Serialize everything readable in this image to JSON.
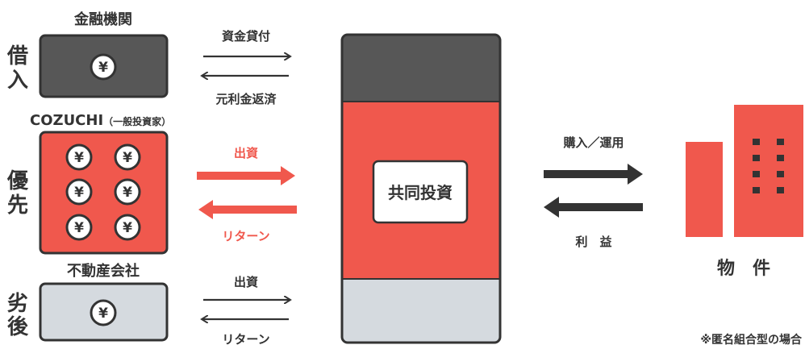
{
  "colors": {
    "dark": "#333333",
    "red": "#f0584d",
    "light": "#d5dadf",
    "white": "#ffffff"
  },
  "icons": [
    "yen-coin-icon",
    "building-icon",
    "arrow-right-icon",
    "arrow-left-icon"
  ],
  "tiers": {
    "senior": {
      "side_label_1": "借",
      "side_label_2": "入",
      "header": "金融機関",
      "arrow_top": "資金貸付",
      "arrow_bottom": "元利金返済"
    },
    "priority": {
      "side_label_1": "優",
      "side_label_2": "先",
      "header_main": "COZUCHI",
      "header_sub": "（一般投資家）",
      "arrow_top": "出資",
      "arrow_bottom": "リターン"
    },
    "subordinate": {
      "side_label_1": "劣",
      "side_label_2": "後",
      "header": "不動産会社",
      "arrow_top": "出資",
      "arrow_bottom": "リターン"
    }
  },
  "coin_symbol": "¥",
  "joint_investment_label": "共同投資",
  "property": {
    "arrow_top": "購入／運用",
    "arrow_bottom": "利　益",
    "label": "物　件"
  },
  "footnote": "※匿名組合型の場合"
}
